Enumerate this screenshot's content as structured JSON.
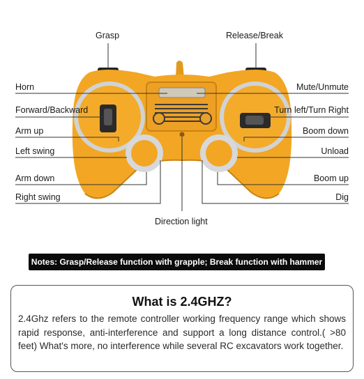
{
  "labels": {
    "grasp": "Grasp",
    "release_break": "Release/Break",
    "horn": "Horn",
    "mute_unmute": "Mute/Unmute",
    "forward_backward": "Forward/Backward",
    "turn_left_right": "Turn left/Turn Right",
    "arm_up": "Arm up",
    "boom_down": "Boom down",
    "left_swing": "Left swing",
    "unload": "Unload",
    "arm_down": "Arm down",
    "boom_up": "Boom up",
    "right_swing": "Right swing",
    "dig": "Dig",
    "direction_light": "Direction light"
  },
  "note": "Notes: Grasp/Release function with grapple; Break function with hammer",
  "info": {
    "title": "What is 2.4GHZ?",
    "body": "2.4Ghz refers to the remote controller working frequency range which shows rapid response, anti-interference and support a long distance control.( >80 feet) What's more, no interference while several RC excavators work together."
  },
  "colors": {
    "controller_body": "#f2a623",
    "controller_shadow": "#d8901a",
    "ring": "#c9ccd0",
    "callout_line": "#333333",
    "note_bg": "#0b0b0b"
  }
}
